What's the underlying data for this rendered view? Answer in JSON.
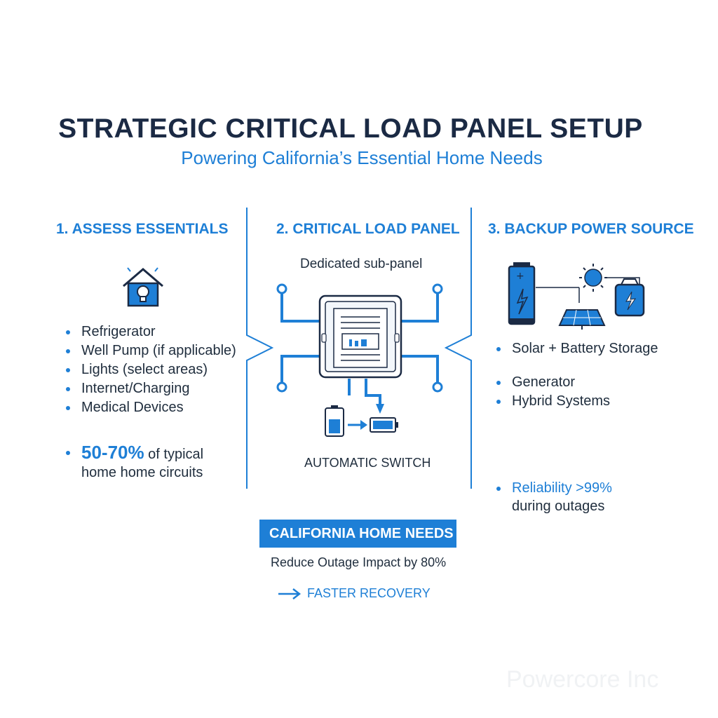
{
  "header": {
    "title": "STRATEGIC CRITICAL LOAD PANEL SETUP",
    "subtitle": "Powering California’s Essential Home Needs"
  },
  "columns": [
    {
      "heading": "1. ASSESS ESSENTIALS",
      "icon": "house-lightbulb-icon",
      "items": [
        "Refrigerator",
        "Well Pump (if applicable)",
        "Lights (select areas)",
        "Internet/Charging",
        "Medical Devices"
      ],
      "stat": {
        "value": "50-70%",
        "text": " of typical",
        "line2": "home home circuits"
      }
    },
    {
      "heading": "2. CRITICAL LOAD PANEL",
      "caption": "Dedicated sub-panel",
      "icon": "sub-panel-icon",
      "switch_label": "AUTOMATIC SWITCH"
    },
    {
      "heading": "3. BACKUP POWER SOURCE",
      "icons": [
        "battery-icon",
        "sun-icon",
        "solar-panel-icon",
        "generator-icon"
      ],
      "items_a": [
        "Solar + Battery Storage"
      ],
      "items_b": [
        "Generator",
        "Hybrid Systems"
      ],
      "stat": {
        "highlight": "Reliability >99%",
        "line2": "during outages"
      }
    }
  ],
  "footer": {
    "banner": "CALIFORNIA HOME NEEDS",
    "banner_icon": "california-state-icon",
    "impact": "Reduce Outage Impact by 80%",
    "recovery": "FASTER RECOVERY",
    "recovery_icon": "arrow-right-icon"
  },
  "watermark": "Powercore Inc",
  "colors": {
    "accent": "#1e7fd6",
    "dark": "#1b2a44",
    "banner_bg": "#1e7fd6"
  }
}
